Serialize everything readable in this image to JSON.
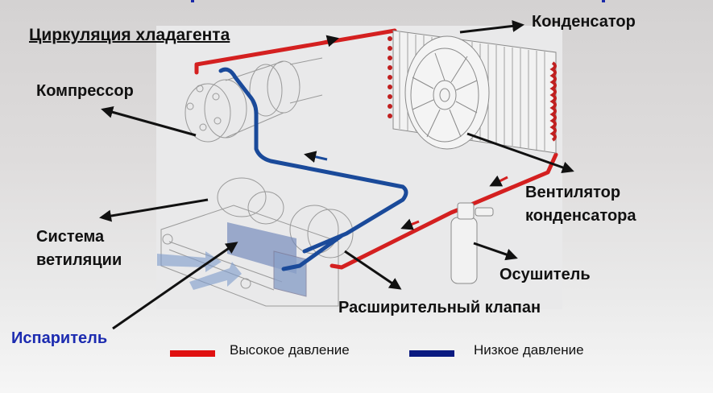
{
  "title": "Циркуляция хладагента",
  "labels": {
    "compressor": "Компрессор",
    "condenser": "Конденсатор",
    "condenser_fan_line1": "Вентилятор",
    "condenser_fan_line2": "конденсатора",
    "ventilation_line1": "Система",
    "ventilation_line2": "ветиляции",
    "evaporator": "Испаритель",
    "dryer": "Осушитель",
    "expansion_valve": "Расширительный клапан"
  },
  "legend": [
    {
      "label": "Высокое давление",
      "color": "#e01010"
    },
    {
      "label": "Низкое давление",
      "color": "#0a1a80"
    }
  ],
  "colors": {
    "high_pressure": "#d42020",
    "low_pressure": "#1a4a9a",
    "evaporator_label": "#1c2bb0",
    "arrow": "#111111"
  },
  "icons": {
    "compressor": "compressor-icon",
    "condenser": "condenser-icon",
    "fan": "fan-icon",
    "dryer": "dryer-icon",
    "evaporator": "evaporator-icon",
    "blower": "blower-icon"
  }
}
